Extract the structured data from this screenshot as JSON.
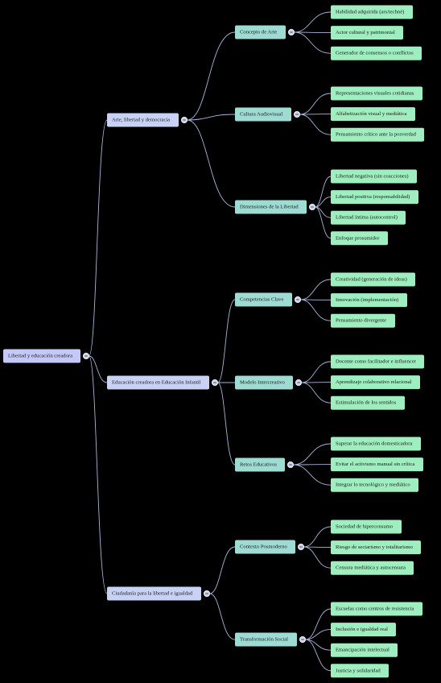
{
  "colors": {
    "background": "#000000",
    "root_fill": "#c3c8f6",
    "level1_fill": "#c7d2f4",
    "level2_fill": "#9edbd2",
    "leaf_fill": "#9eeec0",
    "edge": "#a9b6d8",
    "toggle_fill": "#c9d3ee"
  },
  "root": {
    "label": "Libertad y educación creadora",
    "children": [
      {
        "label": "Arte, libertad y democracia",
        "children": [
          {
            "label": "Concepto de Arte",
            "children": [
              {
                "label": "Habilidad adquirida (ars/techné)"
              },
              {
                "label": "Actor cultural y patrimonial"
              },
              {
                "label": "Generador de consensos o conflictos"
              }
            ]
          },
          {
            "label": "Cultura Audiovisual",
            "children": [
              {
                "label": "Representaciones visuales cotidianas"
              },
              {
                "label": "Alfabetización visual y mediática"
              },
              {
                "label": "Pensamiento crítico ante la posverdad"
              }
            ]
          },
          {
            "label": "Dimensiones de la Libertad",
            "children": [
              {
                "label": "Libertad negativa (sin coacciones)"
              },
              {
                "label": "Libertad positiva (responsabilidad)"
              },
              {
                "label": "Libertad íntima (autocontrol)"
              },
              {
                "label": "Enfoque prosumidor"
              }
            ]
          }
        ]
      },
      {
        "label": "Educación creadora en Educación Infantil",
        "children": [
          {
            "label": "Competencias Clave",
            "children": [
              {
                "label": "Creatividad (generación de ideas)"
              },
              {
                "label": "Innovación (implementación)"
              },
              {
                "label": "Pensamiento divergente"
              }
            ]
          },
          {
            "label": "Modelo Intercreativo",
            "children": [
              {
                "label": "Docente como facilitador e influencer"
              },
              {
                "label": "Aprendizaje colaborativo relacional"
              },
              {
                "label": "Estimulación de los sentidos"
              }
            ]
          },
          {
            "label": "Retos Educativos",
            "children": [
              {
                "label": "Superar la educación domesticadora"
              },
              {
                "label": "Evitar el activismo manual sin crítica"
              },
              {
                "label": "Integrar lo tecnológico y mediático"
              }
            ]
          }
        ]
      },
      {
        "label": "Ciudadanía para la libertad e igualdad",
        "children": [
          {
            "label": "Contexto Posmoderno",
            "children": [
              {
                "label": "Sociedad de hiperconsumo"
              },
              {
                "label": "Riesgo de sectarismo y totalitarismo"
              },
              {
                "label": "Censura mediática y autocensura"
              }
            ]
          },
          {
            "label": "Transformación Social",
            "children": [
              {
                "label": "Escuelas como centros de resistencia"
              },
              {
                "label": "Inclusión e igualdad real"
              },
              {
                "label": "Emancipación intelectual"
              },
              {
                "label": "Justicia y solidaridad"
              }
            ]
          }
        ]
      }
    ]
  }
}
